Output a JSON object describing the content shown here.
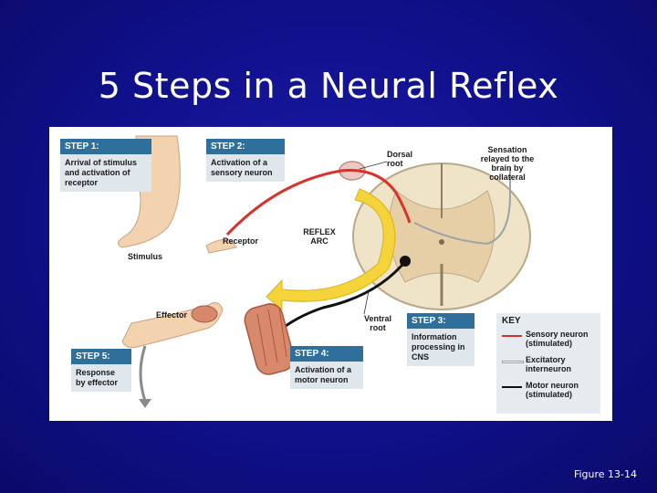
{
  "slide": {
    "title": "5 Steps in a Neural Reflex",
    "caption": "Figure 13-14"
  },
  "steps": [
    {
      "heading": "STEP 1:",
      "text": "Arrival of stimulus and activation of receptor"
    },
    {
      "heading": "STEP 2:",
      "text": "Activation of a sensory neuron"
    },
    {
      "heading": "STEP 3:",
      "text": "Information processing in CNS"
    },
    {
      "heading": "STEP 4:",
      "text": "Activation of a motor neuron"
    },
    {
      "heading": "STEP 5:",
      "text": "Response by effector"
    }
  ],
  "labels": {
    "dorsal_root": "Dorsal root",
    "sensation": "Sensation relayed to the brain by collateral",
    "reflex_arc": "REFLEX ARC",
    "receptor": "Receptor",
    "stimulus": "Stimulus",
    "effector": "Effector",
    "ventral_root": "Ventral root"
  },
  "key": {
    "title": "KEY",
    "items": [
      {
        "label": "Sensory neuron (stimulated)",
        "color": "#d8322b"
      },
      {
        "label": "Excitatory interneuron",
        "color": "#9aa3aa"
      },
      {
        "label": "Motor neuron (stimulated)",
        "color": "#111111"
      }
    ]
  },
  "colors": {
    "background": "#10108a",
    "step_header": "#2f6f9c",
    "sensory": "#d8322b",
    "motor": "#111111",
    "arc_arrow": "#f5d33a",
    "spinal_cord": "#efe3c8",
    "skin": "#f3d2b0"
  }
}
